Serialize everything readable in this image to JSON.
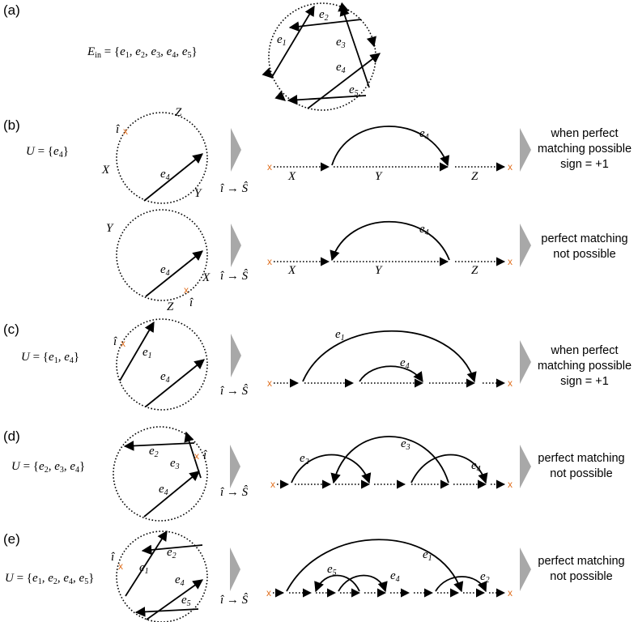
{
  "panel_labels": [
    "(a)",
    "(b)",
    "(c)",
    "(d)",
    "(e)"
  ],
  "a": {
    "equation": "E_in = {e1, e2, e3, e4, e5}"
  },
  "b1": {
    "U": "U = {e4}",
    "note": [
      "when perfect",
      "matching possible",
      "sign = +1"
    ]
  },
  "b2": {
    "note": [
      "perfect matching",
      "not possible"
    ]
  },
  "c": {
    "U": "U = {e1, e4}",
    "note": [
      "when perfect",
      "matching possible",
      "sign = +1"
    ]
  },
  "d": {
    "U": "U = {e2, e3, e4}",
    "note": [
      "perfect matching",
      "not possible"
    ]
  },
  "e": {
    "U": "U = {e1, e2, e4, e5}",
    "note": [
      "perfect matching",
      "not possible"
    ]
  },
  "transform": "î → Ŝ",
  "edge_labels": [
    "e1",
    "e2",
    "e3",
    "e4",
    "e5"
  ],
  "segment_labels": [
    "X",
    "Y",
    "Z"
  ],
  "removed_vertex": "î",
  "cross_mark": "x",
  "colors": {
    "cross": "#e07020",
    "triangle": "#a8a8a8"
  }
}
